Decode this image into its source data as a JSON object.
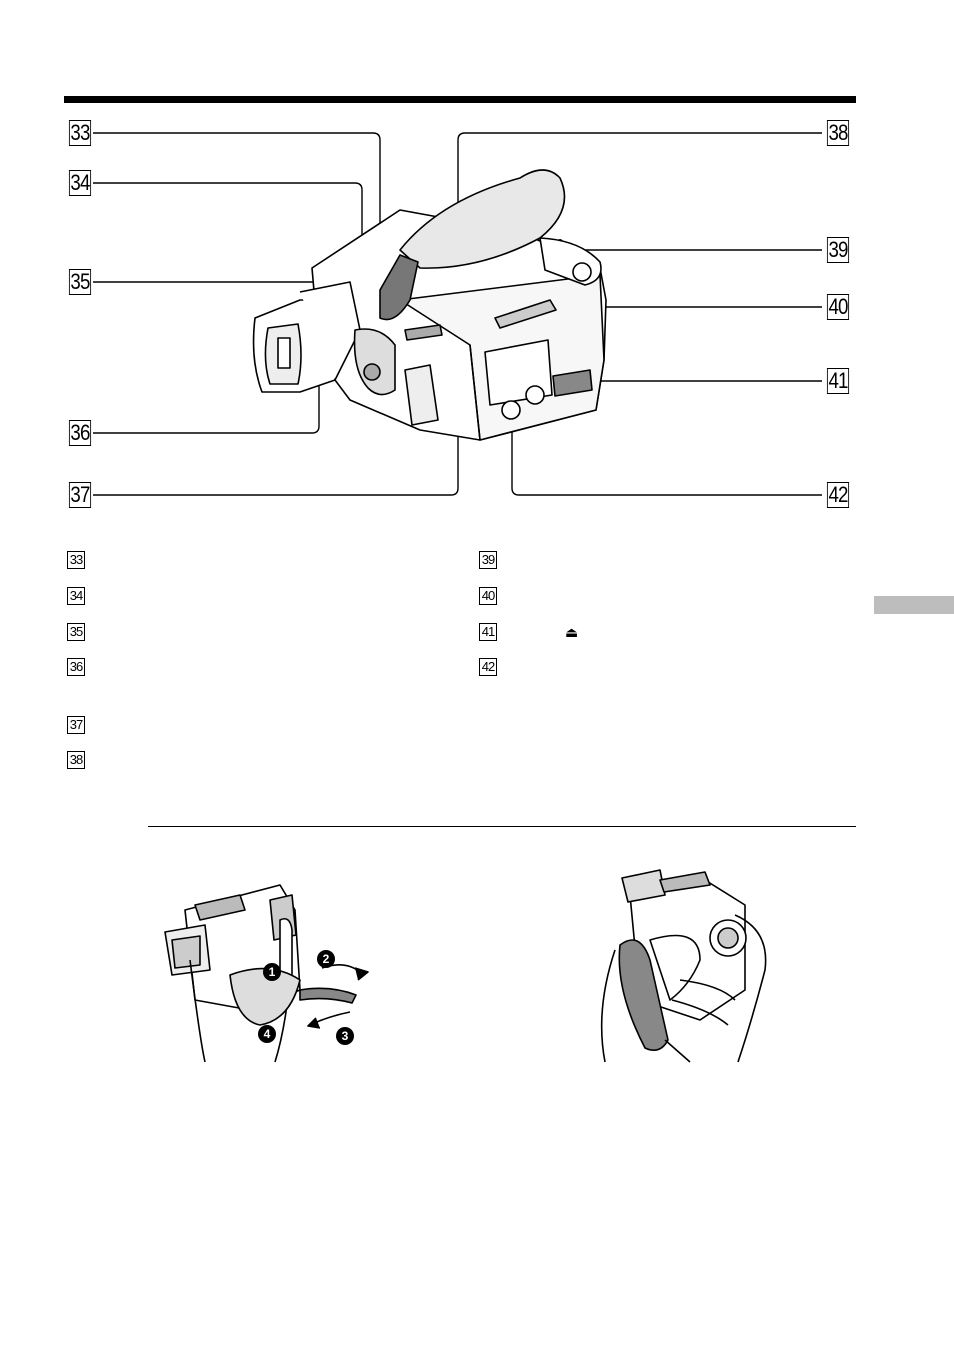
{
  "callouts": [
    "33",
    "34",
    "35",
    "36",
    "37",
    "38",
    "39",
    "40",
    "41",
    "42"
  ],
  "legend": {
    "left": [
      {
        "num": "33",
        "text": ""
      },
      {
        "num": "34",
        "text": ""
      },
      {
        "num": "35",
        "text": ""
      },
      {
        "num": "36",
        "text": ""
      },
      {
        "num": "37",
        "text": ""
      },
      {
        "num": "38",
        "text": ""
      }
    ],
    "right": [
      {
        "num": "39",
        "text": ""
      },
      {
        "num": "40",
        "text": ""
      },
      {
        "num": "41",
        "text": "⏏"
      },
      {
        "num": "42",
        "text": ""
      }
    ]
  },
  "steps": [
    "1",
    "2",
    "3",
    "4"
  ],
  "colors": {
    "rule": "#000000",
    "side_tab": "#bdbdbd",
    "line": "#000000"
  }
}
